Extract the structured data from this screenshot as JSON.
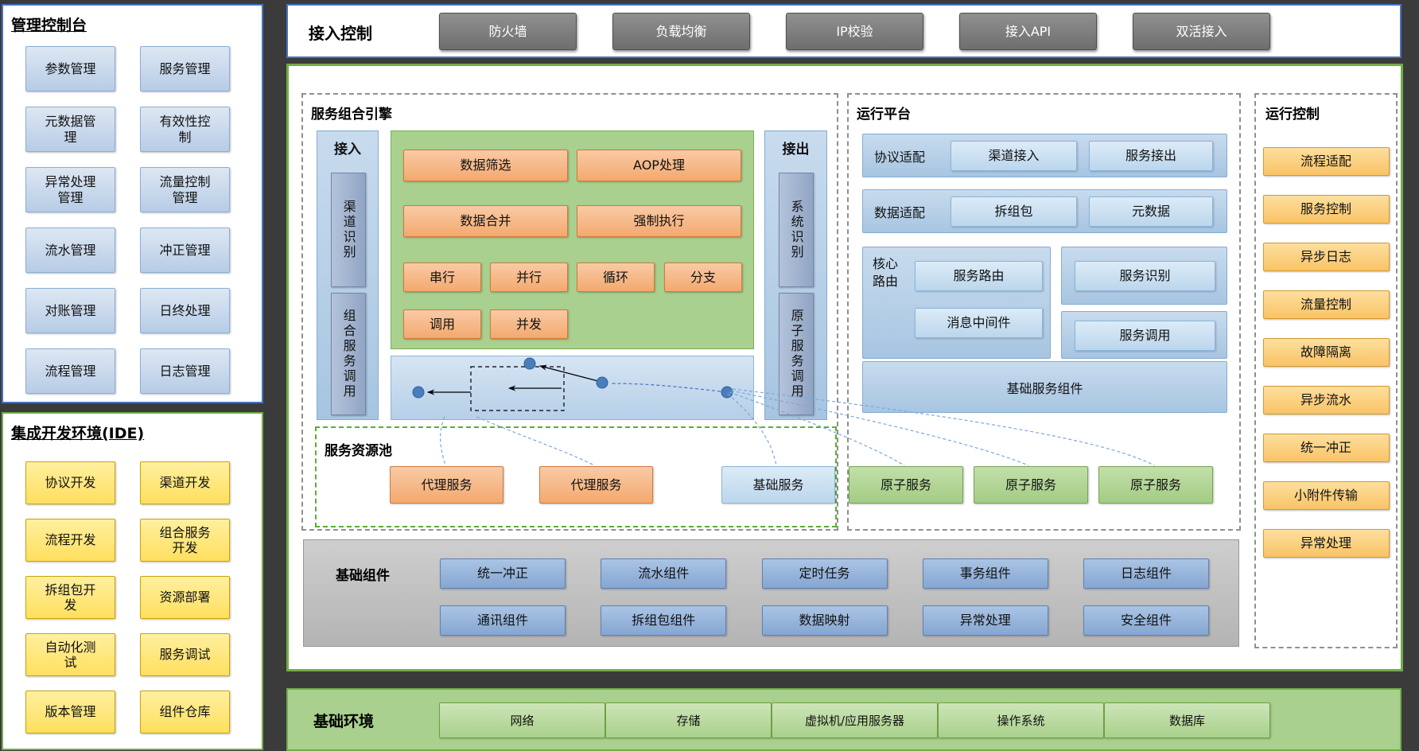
{
  "colors": {
    "blue_border": "#4472c4",
    "green_border": "#70ad47",
    "dark_bg": "#3b3b3b"
  },
  "management_console": {
    "title": "管理控制台",
    "col1": [
      "参数管理",
      "元数据管理",
      "异常处理管理",
      "流水管理",
      "对账管理",
      "流程管理"
    ],
    "col2": [
      "服务管理",
      "有效性控制",
      "流量控制管理",
      "冲正管理",
      "日终处理",
      "日志管理"
    ]
  },
  "ide": {
    "title": "集成开发环境(IDE)",
    "col1": [
      "协议开发",
      "流程开发",
      "拆组包开发",
      "自动化测试",
      "版本管理"
    ],
    "col2": [
      "渠道开发",
      "组合服务开发",
      "资源部署",
      "服务调试",
      "组件仓库"
    ]
  },
  "access_control": {
    "title": "接入控制",
    "buttons": [
      "防火墙",
      "负载均衡",
      "IP校验",
      "接入API",
      "双活接入"
    ]
  },
  "engine": {
    "title": "服务组合引擎",
    "inlet": {
      "label": "接入",
      "items": [
        "渠道识别",
        "组合服务调用"
      ]
    },
    "outlet": {
      "label": "接出",
      "items": [
        "系统识别",
        "原子服务调用"
      ]
    },
    "ops_large": [
      "数据筛选",
      "AOP处理",
      "数据合并",
      "强制执行"
    ],
    "ops_small": [
      "串行",
      "并行",
      "循环",
      "分支",
      "调用",
      "并发"
    ]
  },
  "pool": {
    "title": "服务资源池",
    "proxy1": "代理服务",
    "proxy2": "代理服务",
    "basic": "基础服务",
    "atomic": [
      "原子服务",
      "原子服务",
      "原子服务"
    ]
  },
  "platform": {
    "title": "运行平台",
    "protocol": {
      "label": "协议适配",
      "items": [
        "渠道接入",
        "服务接出"
      ]
    },
    "data": {
      "label": "数据适配",
      "items": [
        "拆组包",
        "元数据"
      ]
    },
    "routing": {
      "label": "核心路由",
      "items": [
        "服务路由",
        "消息中间件"
      ]
    },
    "service_id": "服务识别",
    "service_call": "服务调用",
    "base": "基础服务组件"
  },
  "runtime_control": {
    "title": "运行控制",
    "items": [
      "流程适配",
      "服务控制",
      "异步日志",
      "流量控制",
      "故障隔离",
      "异步流水",
      "统一冲正",
      "小附件传输",
      "异常处理"
    ]
  },
  "components": {
    "title": "基础组件",
    "row1": [
      "统一冲正",
      "流水组件",
      "定时任务",
      "事务组件",
      "日志组件"
    ],
    "row2": [
      "通讯组件",
      "拆组包组件",
      "数据映射",
      "异常处理",
      "安全组件"
    ]
  },
  "environment": {
    "title": "基础环境",
    "items": [
      "网络",
      "存储",
      "虚拟机/应用服务器",
      "操作系统",
      "数据库"
    ]
  }
}
